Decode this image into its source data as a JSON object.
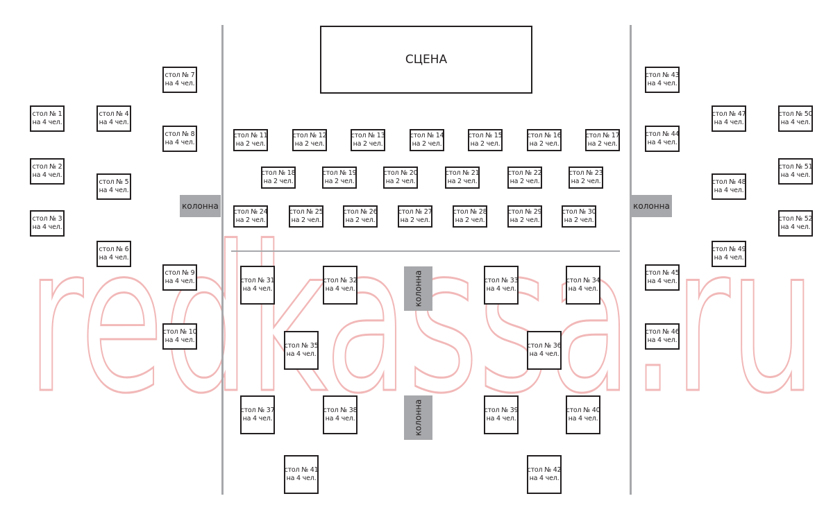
{
  "stage_label": "СЦЕНА",
  "column_label": "колонна",
  "watermark": "redkassa.ru",
  "colors": {
    "line": "#a7a8ab",
    "column": "#a7a8ab",
    "border": "#231f20",
    "watermark": "#f2b8b8"
  },
  "tables": [
    {
      "num": "стол № 1",
      "seats": "на 4 чел."
    },
    {
      "num": "стол № 2",
      "seats": "на 4 чел."
    },
    {
      "num": "стол № 3",
      "seats": "на 4 чел."
    },
    {
      "num": "стол № 4",
      "seats": "на 4 чел."
    },
    {
      "num": "стол № 5",
      "seats": "на 4 чел."
    },
    {
      "num": "стол № 6",
      "seats": "на 4 чел."
    },
    {
      "num": "стол № 7",
      "seats": "на 4 чел."
    },
    {
      "num": "стол № 8",
      "seats": "на 4 чел."
    },
    {
      "num": "стол № 9",
      "seats": "на 4 чел."
    },
    {
      "num": "стол № 10",
      "seats": "на 4 чел."
    },
    {
      "num": "стол № 11",
      "seats": "на 2 чел."
    },
    {
      "num": "стол № 12",
      "seats": "на 2 чел."
    },
    {
      "num": "стол № 13",
      "seats": "на 2 чел."
    },
    {
      "num": "стол № 14",
      "seats": "на 2 чел."
    },
    {
      "num": "стол № 15",
      "seats": "на 2 чел."
    },
    {
      "num": "стол № 16",
      "seats": "на 2 чел."
    },
    {
      "num": "стол № 17",
      "seats": "на 2 чел."
    },
    {
      "num": "стол № 18",
      "seats": "на 2 чел."
    },
    {
      "num": "стол № 19",
      "seats": "на 2 чел."
    },
    {
      "num": "стол № 20",
      "seats": "на 2 чел."
    },
    {
      "num": "стол № 21",
      "seats": "на 2 чел."
    },
    {
      "num": "стол № 22",
      "seats": "на 2 чел."
    },
    {
      "num": "стол № 23",
      "seats": "на 2 чел."
    },
    {
      "num": "стол № 24",
      "seats": "на 2 чел."
    },
    {
      "num": "стол № 25",
      "seats": "на 2 чел."
    },
    {
      "num": "стол № 26",
      "seats": "на 2 чел."
    },
    {
      "num": "стол № 27",
      "seats": "на 2 чел."
    },
    {
      "num": "стол № 28",
      "seats": "на 2 чел."
    },
    {
      "num": "стол № 29",
      "seats": "на 2 чел."
    },
    {
      "num": "стол № 30",
      "seats": "на 2 чел."
    },
    {
      "num": "стол № 31",
      "seats": "на 4 чел."
    },
    {
      "num": "стол № 32",
      "seats": "на 4 чел."
    },
    {
      "num": "стол № 33",
      "seats": "на 4 чел."
    },
    {
      "num": "стол № 34",
      "seats": "на 4 чел."
    },
    {
      "num": "стол № 35",
      "seats": "на 4 чел."
    },
    {
      "num": "стол № 36",
      "seats": "на 4 чел."
    },
    {
      "num": "стол № 37",
      "seats": "на 4 чел."
    },
    {
      "num": "стол № 38",
      "seats": "на 4 чел."
    },
    {
      "num": "стол № 39",
      "seats": "на 4 чел."
    },
    {
      "num": "стол № 40",
      "seats": "на 4 чел."
    },
    {
      "num": "стол № 41",
      "seats": "на 4 чел."
    },
    {
      "num": "стол № 42",
      "seats": "на 4 чел."
    },
    {
      "num": "стол № 43",
      "seats": "на 4 чел."
    },
    {
      "num": "стол № 44",
      "seats": "на 4 чел."
    },
    {
      "num": "стол № 45",
      "seats": "на 4 чел."
    },
    {
      "num": "стол № 46",
      "seats": "на 4 чел."
    },
    {
      "num": "стол № 47",
      "seats": "на 4 чел."
    },
    {
      "num": "стол № 48",
      "seats": "на 4 чел."
    },
    {
      "num": "стол № 49",
      "seats": "на 4 чел."
    },
    {
      "num": "стол № 50",
      "seats": "на 4 чел."
    },
    {
      "num": "стол № 51",
      "seats": "на 4 чел."
    },
    {
      "num": "стол № 52",
      "seats": "на 4 чел."
    }
  ]
}
